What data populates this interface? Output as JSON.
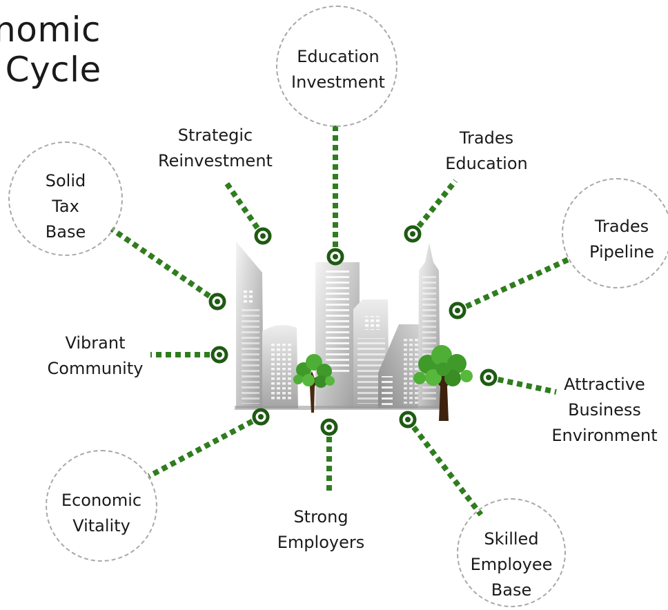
{
  "title": {
    "line1": "onomic",
    "line2": "e Cycle"
  },
  "nodes": [
    {
      "id": "education-investment",
      "lines": [
        "Education",
        "Investment"
      ],
      "circled": true
    },
    {
      "id": "trades-education",
      "lines": [
        "Trades",
        "Education"
      ],
      "circled": false
    },
    {
      "id": "trades-pipeline",
      "lines": [
        "Trades",
        "Pipeline"
      ],
      "circled": true
    },
    {
      "id": "attractive-business-environment",
      "lines": [
        "Attractive",
        "Business",
        "Environment"
      ],
      "circled": false
    },
    {
      "id": "skilled-employee-base",
      "lines": [
        "Skilled",
        "Employee",
        "Base"
      ],
      "circled": true
    },
    {
      "id": "strong-employers",
      "lines": [
        "Strong",
        "Employers"
      ],
      "circled": false
    },
    {
      "id": "economic-vitality",
      "lines": [
        "Economic",
        "Vitality"
      ],
      "circled": true
    },
    {
      "id": "vibrant-community",
      "lines": [
        "Vibrant",
        "Community"
      ],
      "circled": false
    },
    {
      "id": "solid-tax-base",
      "lines": [
        "Solid",
        "Tax",
        "Base"
      ],
      "circled": true
    },
    {
      "id": "strategic-reinvestment",
      "lines": [
        "Strategic",
        "Reinvestment"
      ],
      "circled": false
    }
  ],
  "colors": {
    "connector": "#2f7d1e",
    "connector_dark": "#1f5a13",
    "bubble_border": "#a8a8a8",
    "building_light": "#e8e8e8",
    "building_dark": "#8c8c8c",
    "tree_leaf": "#3f9a2a",
    "tree_trunk": "#4a2a12"
  },
  "center_image": "city-skyline-with-trees"
}
